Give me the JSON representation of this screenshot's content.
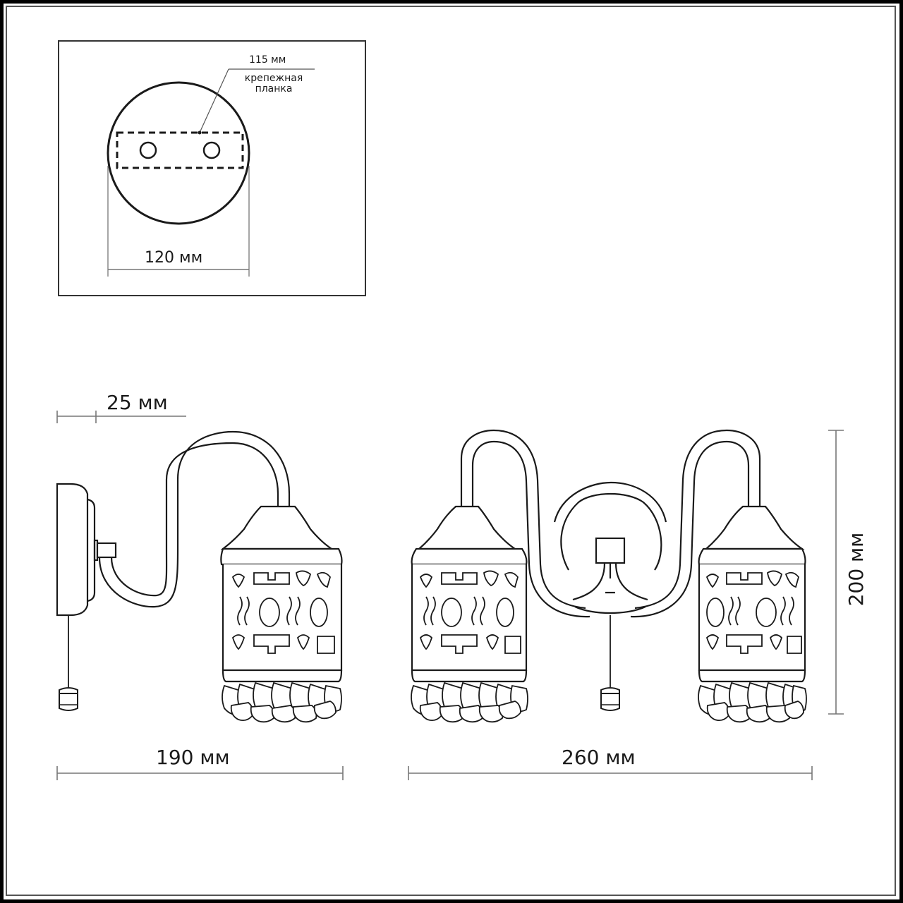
{
  "mounting_plate_inset": {
    "bracket_length_label": "115 мм",
    "bracket_note_line1": "крепежная",
    "bracket_note_line2": "планка",
    "plate_diameter_label": "120 мм"
  },
  "side_view": {
    "wall_offset_label": "25 мм",
    "depth_label": "190  мм"
  },
  "front_view": {
    "width_label": "260  мм",
    "height_label": "200 мм"
  },
  "colors": {
    "line": "#1a1a1a",
    "dimension_line": "#777777",
    "background": "#ffffff"
  }
}
